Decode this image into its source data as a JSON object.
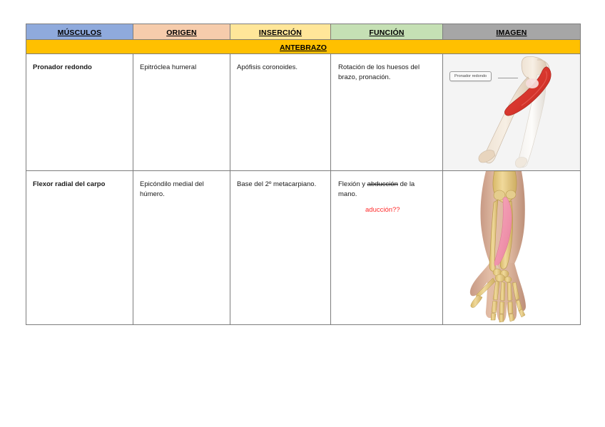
{
  "table": {
    "headers": [
      {
        "label": "MÚSCULOS",
        "color": "#8faadc"
      },
      {
        "label": "ORIGEN",
        "color": "#f6ccac"
      },
      {
        "label": "INSERCIÓN",
        "color": "#ffe699"
      },
      {
        "label": "FUNCIÓN",
        "color": "#c5e0b4"
      },
      {
        "label": "IMAGEN",
        "color": "#a6a6a6"
      }
    ],
    "section": {
      "label": "ANTEBRAZO",
      "color": "#ffc000"
    },
    "rows": [
      {
        "musculo": "Pronador redondo",
        "origen": "Epitróclea humeral",
        "insercion": "Apófisis coronoides.",
        "funcion_text": "Rotación de los huesos del brazo, pronación.",
        "funcion_strike": "",
        "funcion_tail": "",
        "annotation": "",
        "image": {
          "alt": "forearm-bones-pronator-teres",
          "callout_label": "Pronador redondo",
          "background": "#f4f4f4",
          "muscle_color": "#e03131"
        }
      },
      {
        "musculo": "Flexor radial del carpo",
        "origen": "Epicóndilo medial del húmero.",
        "insercion": "Base del 2º metacarpiano.",
        "funcion_text": "Flexión y ",
        "funcion_strike": "abducción",
        "funcion_tail": " de la mano.",
        "annotation": "aducción??",
        "image": {
          "alt": "forearm-hand-skeleton-flexor-carpi-radialis",
          "callout_label": "",
          "background": "#ffffff",
          "muscle_color": "#f2a0b4"
        }
      }
    ]
  },
  "colors": {
    "border": "#7d7d7d",
    "annotation_red": "#ff2b2b",
    "text": "#1a1a1a",
    "page_background": "#ffffff"
  }
}
